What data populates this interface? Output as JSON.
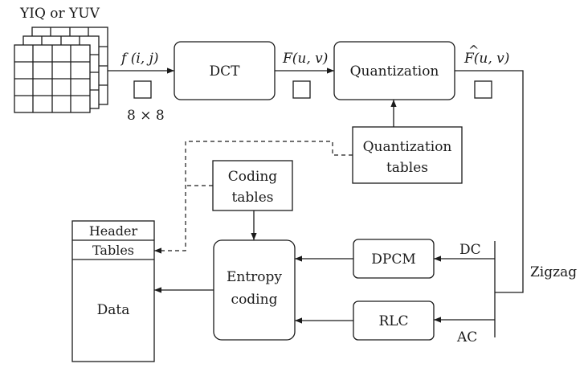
{
  "input": {
    "color_space_label": "YIQ or YUV",
    "block_size_label": "8 × 8"
  },
  "signals": {
    "spatial_label": "f (i, j)",
    "dct_coeff_label": "F(u, v)",
    "quantized_label": "F(u, v)",
    "quantized_hat": "^"
  },
  "blocks": {
    "dct": "DCT",
    "quantization": "Quantization",
    "quantization_tables_line1": "Quantization",
    "quantization_tables_line2": "tables",
    "coding_tables_line1": "Coding",
    "coding_tables_line2": "tables",
    "dpcm": "DPCM",
    "rlc": "RLC",
    "entropy_line1": "Entropy",
    "entropy_line2": "coding"
  },
  "paths": {
    "zigzag": "Zigzag",
    "dc": "DC",
    "ac": "AC"
  },
  "output": {
    "header": "Header",
    "tables": "Tables",
    "data": "Data"
  }
}
